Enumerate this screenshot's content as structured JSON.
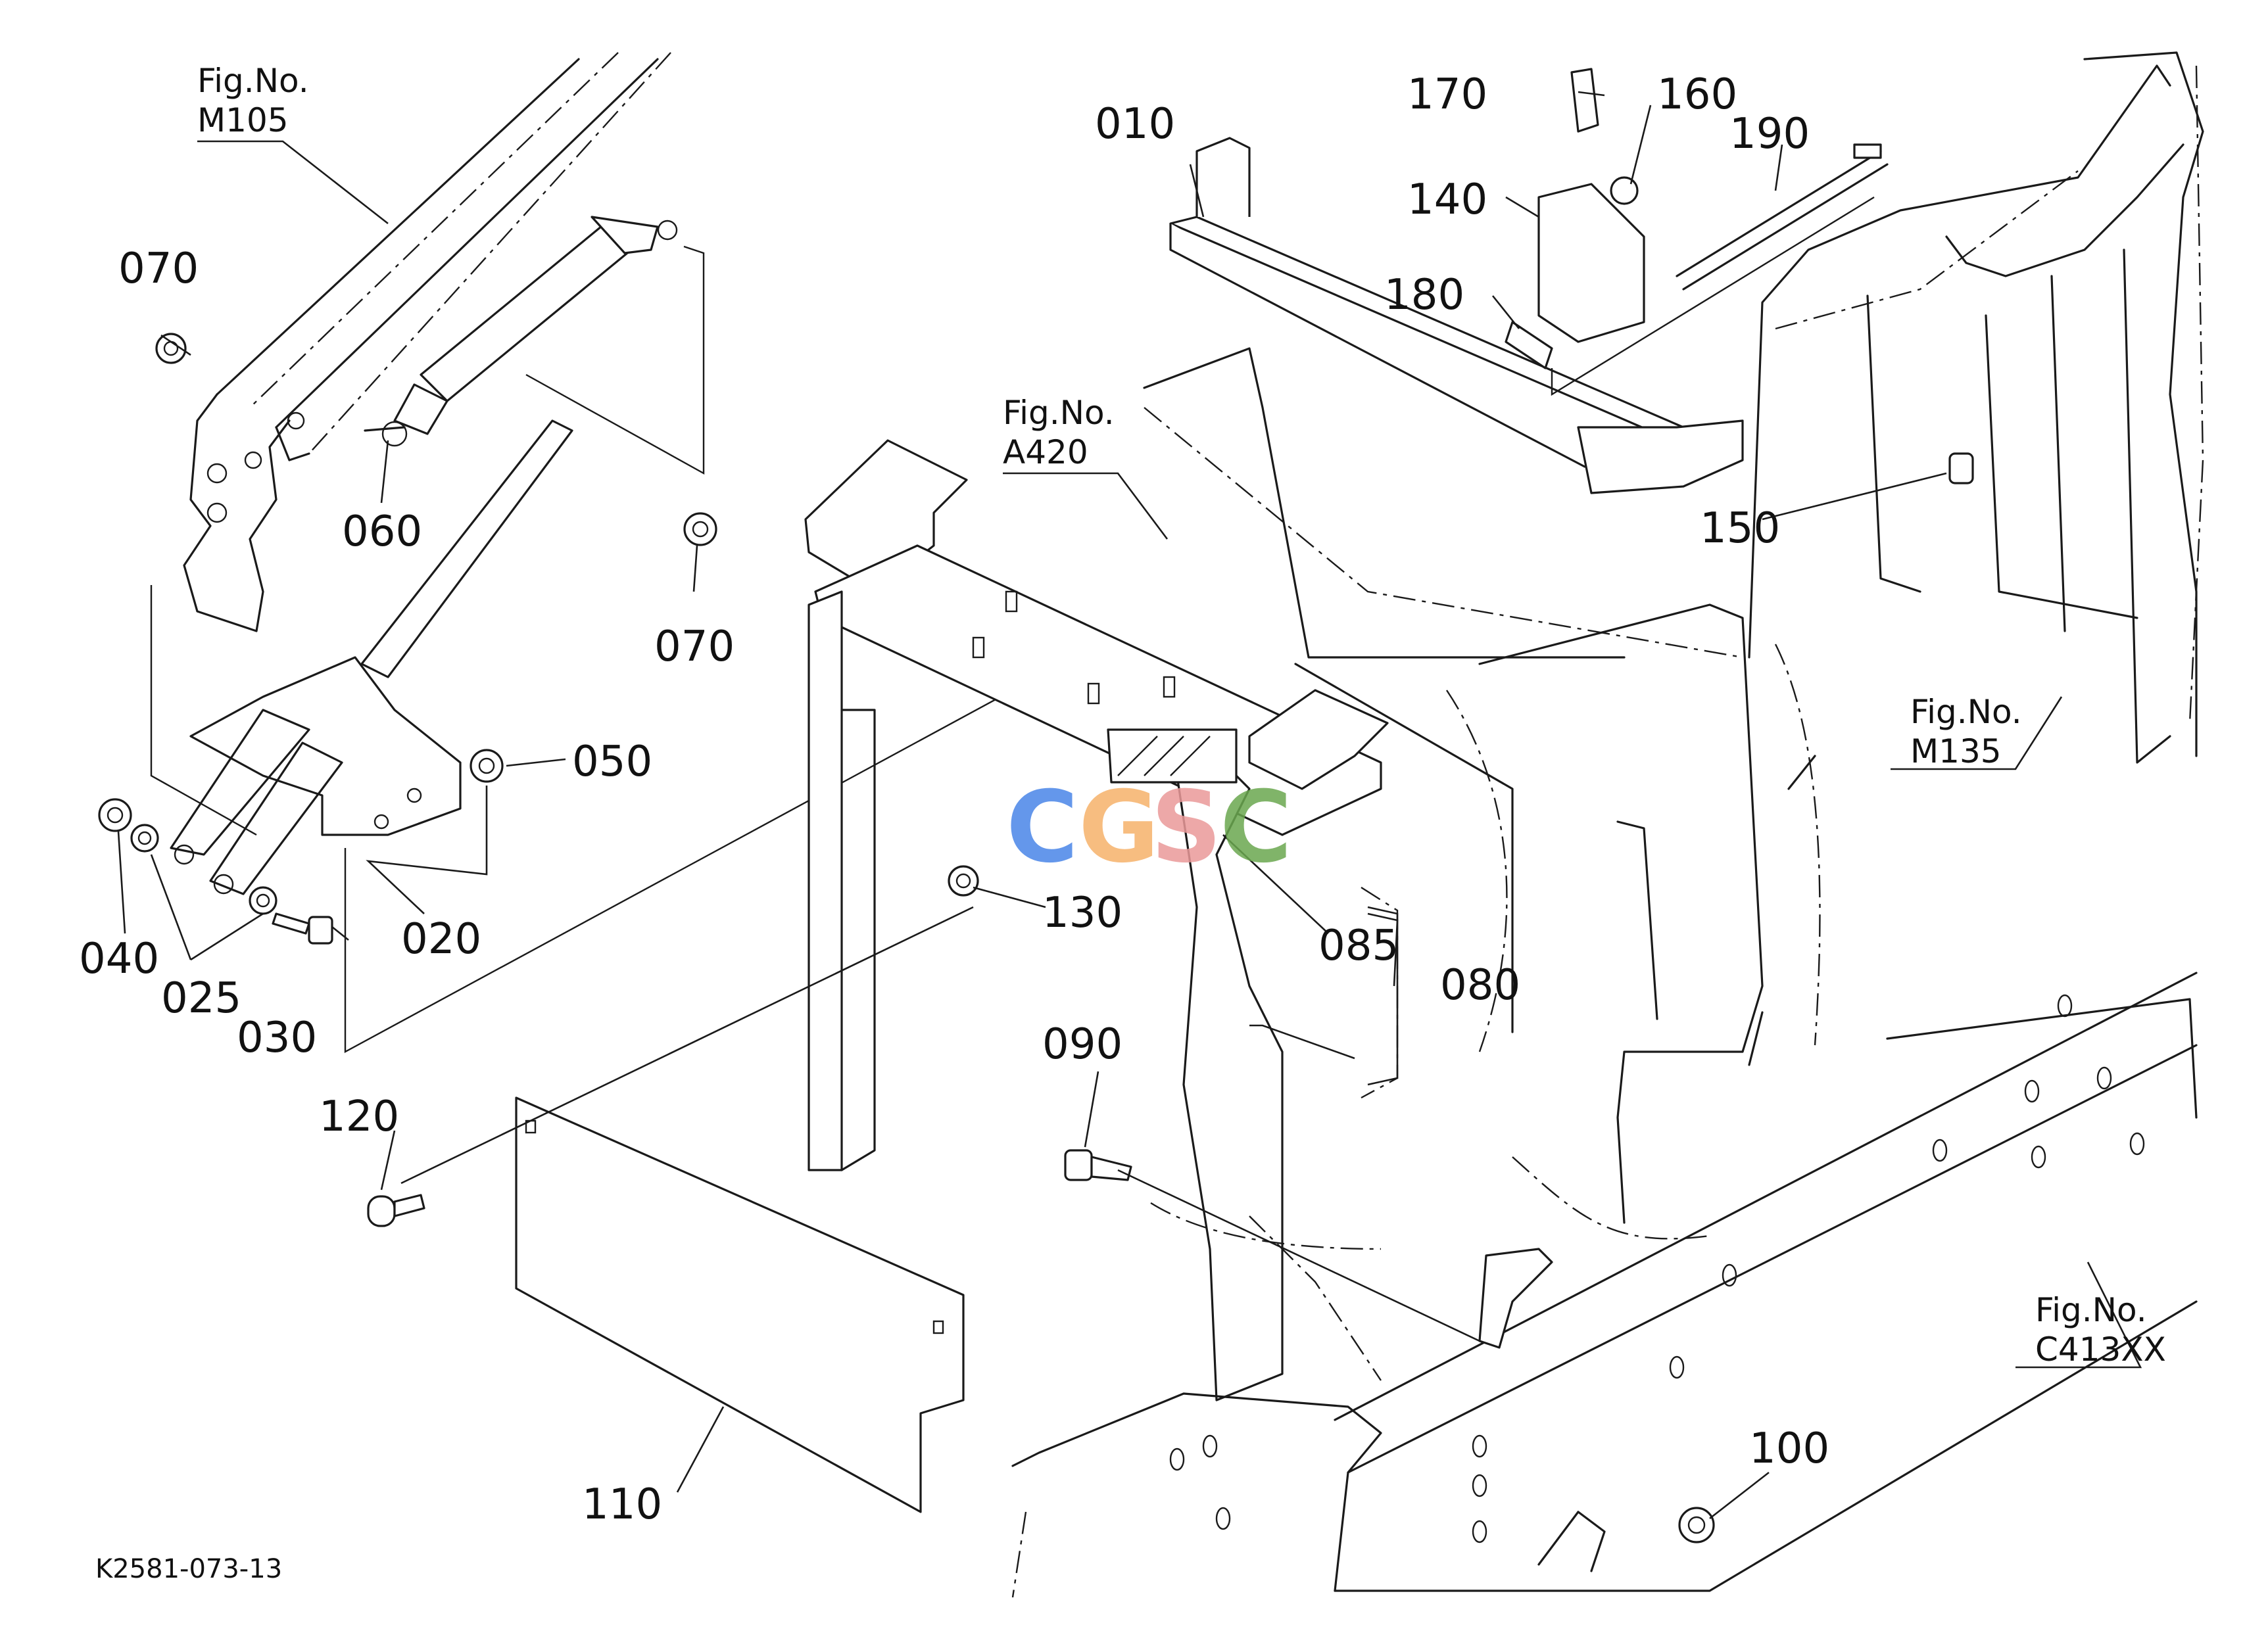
{
  "drawing_code": "K2581-073-13",
  "watermark": {
    "letters": [
      "C",
      "G",
      "S",
      "C"
    ],
    "colors": [
      "#4a86e8",
      "#f6b26b",
      "#ea9999",
      "#6aa84f"
    ]
  },
  "fig_refs": [
    {
      "title": "Fig.No.",
      "number": "M105"
    },
    {
      "title": "Fig.No.",
      "number": "A420"
    },
    {
      "title": "Fig.No.",
      "number": "M135"
    },
    {
      "title": "Fig.No.",
      "number": "C413XX"
    }
  ],
  "part_labels": [
    "010",
    "020",
    "025",
    "030",
    "040",
    "050",
    "060",
    "070",
    "070",
    "080",
    "085",
    "090",
    "100",
    "110",
    "120",
    "130",
    "140",
    "150",
    "160",
    "170",
    "180",
    "190"
  ]
}
